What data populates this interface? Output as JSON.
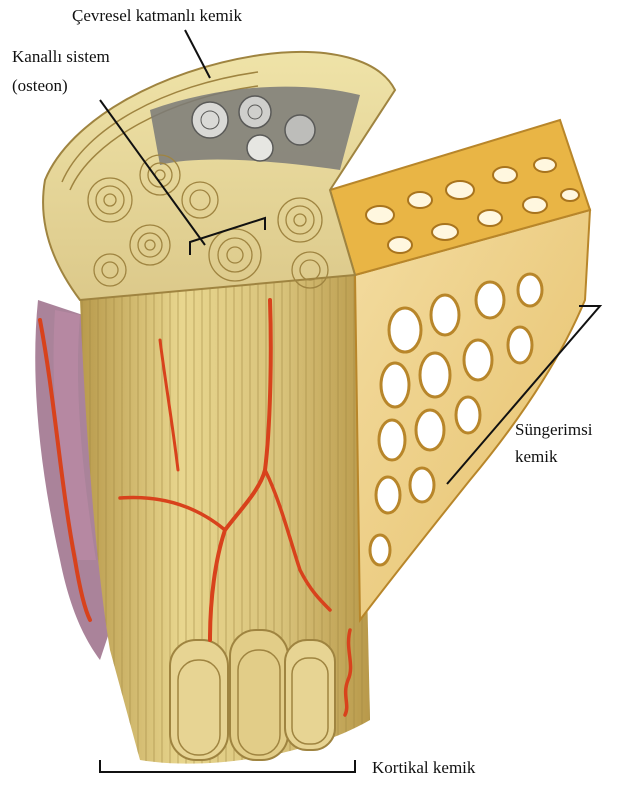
{
  "labels": {
    "circumferential_lamellae": "Çevresel katmanlı kemik",
    "haversian_line1": "Kanallı sistem",
    "haversian_line2": "(osteon)",
    "spongy_line1": "Süngerimsi",
    "spongy_line2": "kemik",
    "cortical": "Kortikal kemik"
  },
  "colors": {
    "bone_light": "#efe3a8",
    "bone_mid": "#d9c37a",
    "bone_dark": "#a88a3c",
    "trabecula": "#e7b94a",
    "trabecula_dark": "#b8862a",
    "vessel": "#d8421c",
    "periosteum": "#8e5a78",
    "marrow_gray": "#7a7a78",
    "leader_line": "#111111"
  }
}
